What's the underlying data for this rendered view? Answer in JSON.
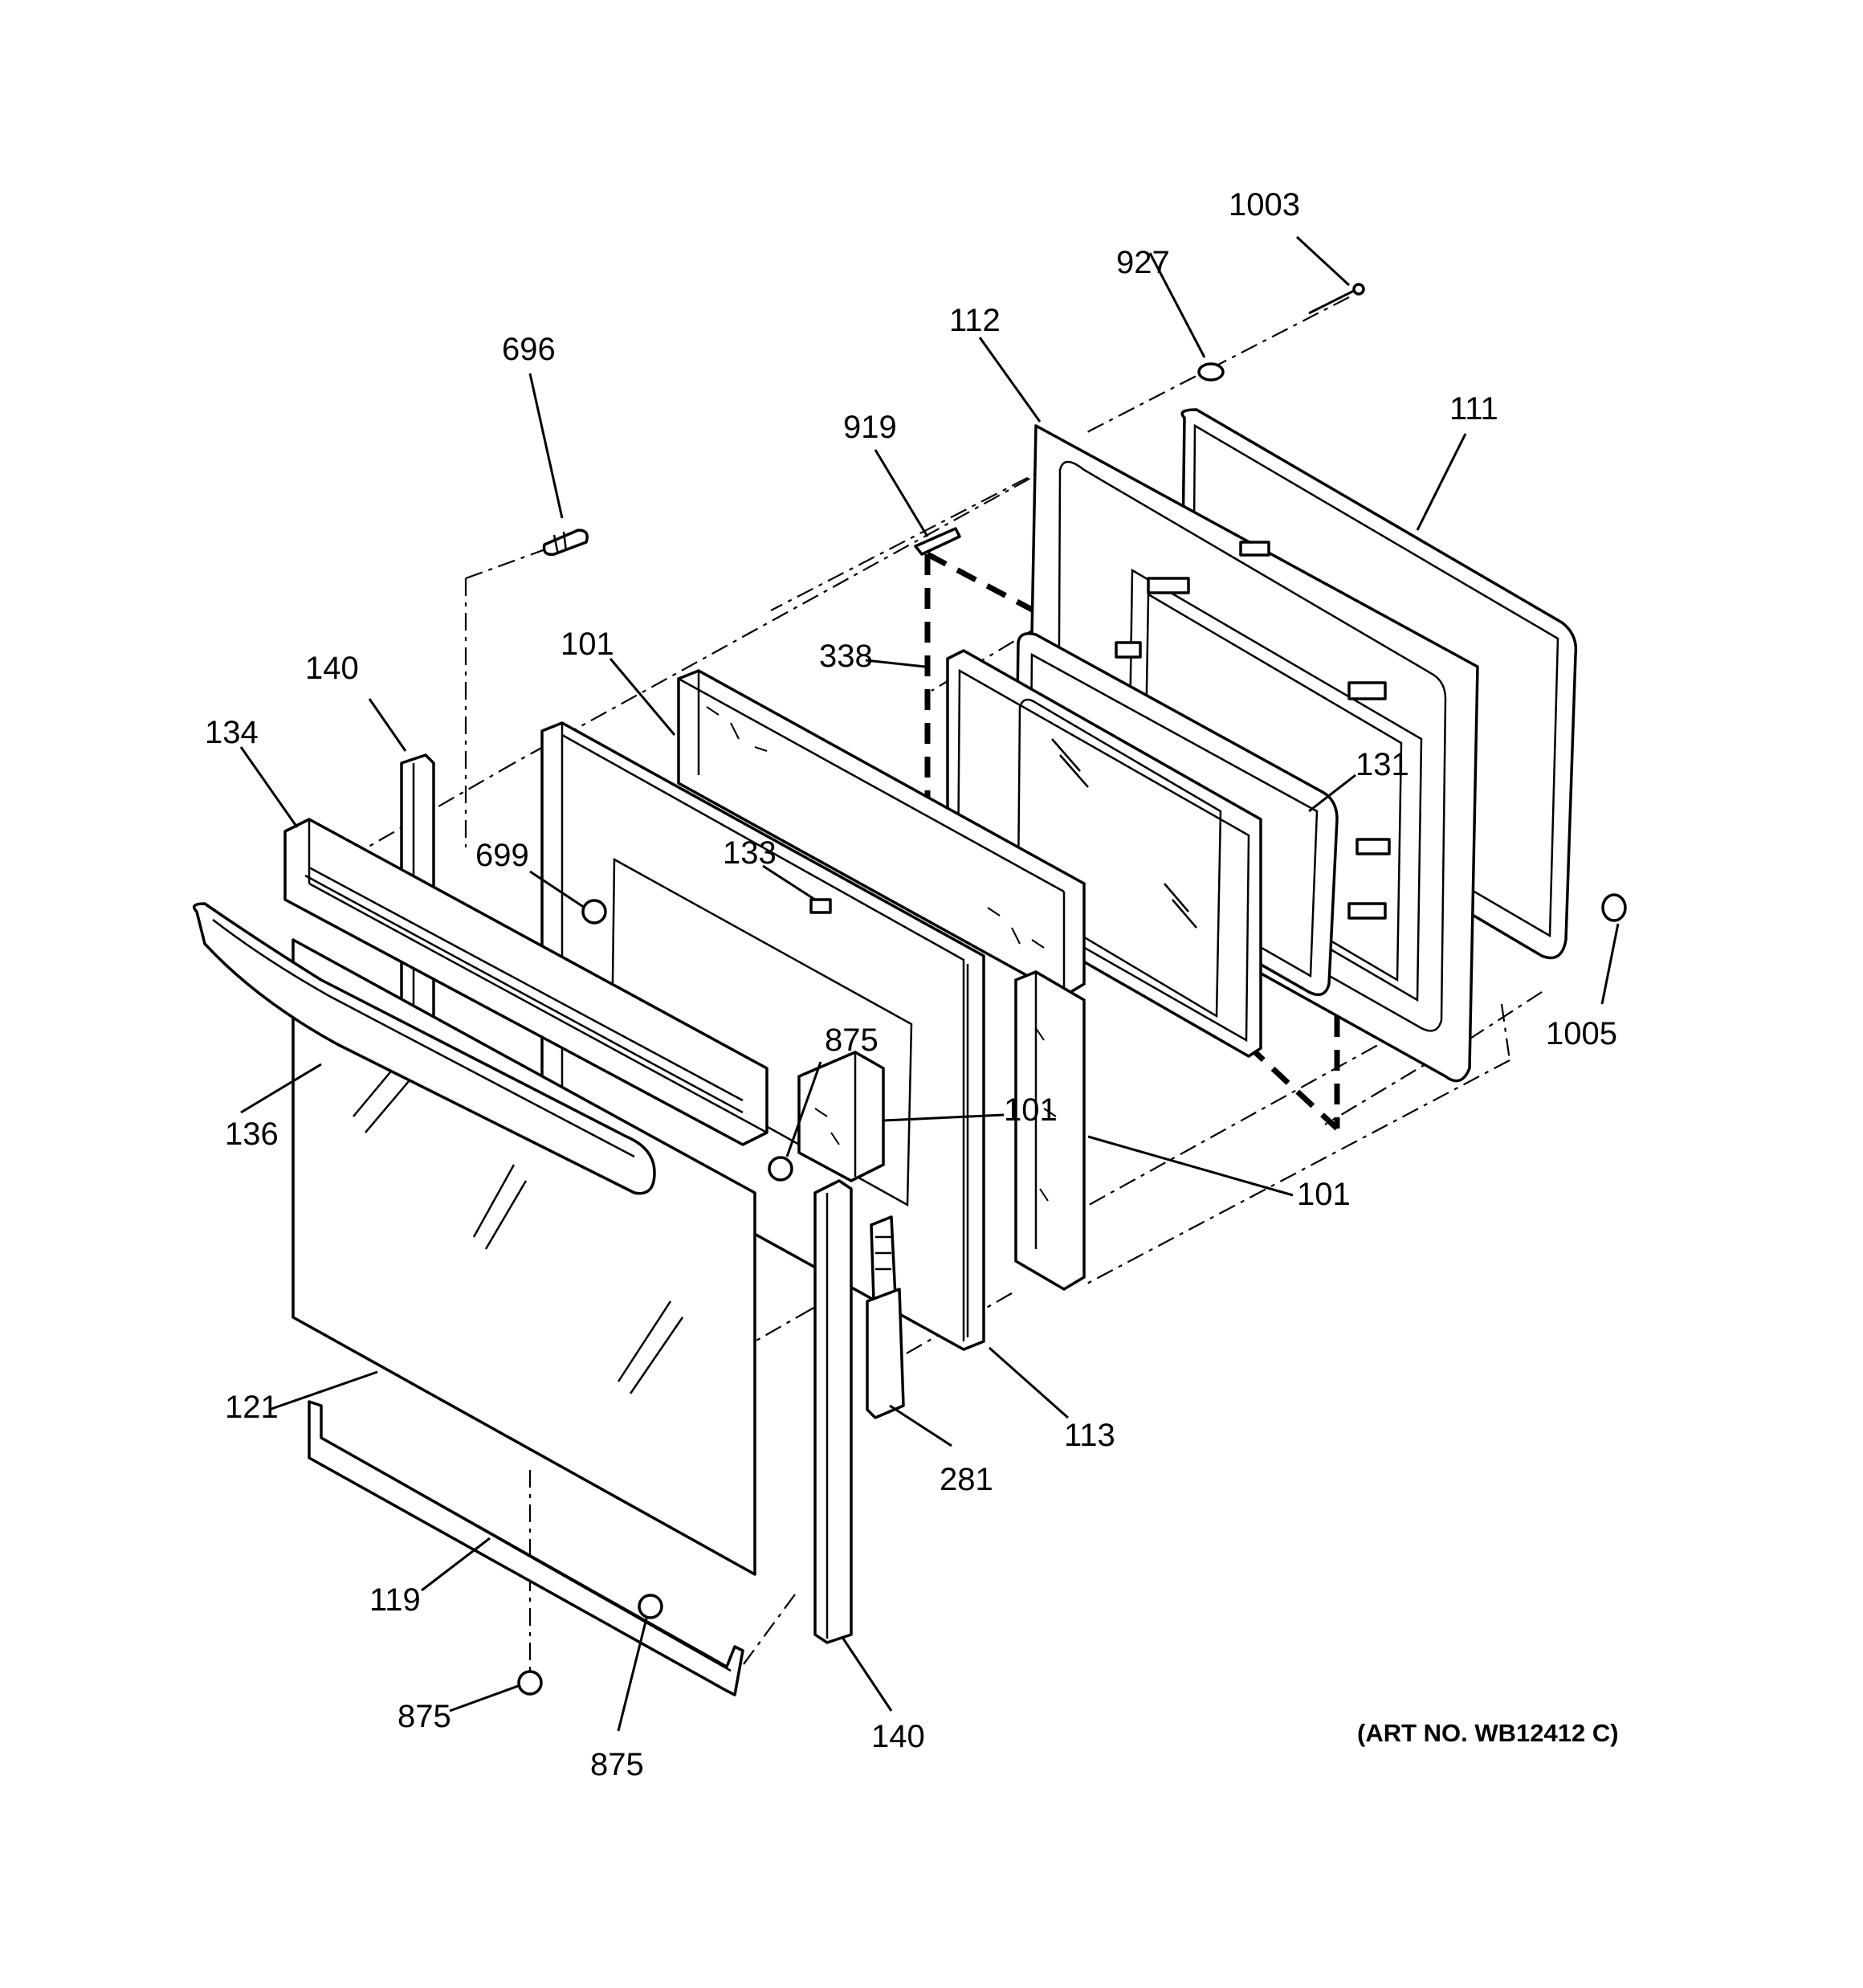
{
  "callouts": {
    "c1003": "1003",
    "c927": "927",
    "c112": "112",
    "c696": "696",
    "c919": "919",
    "c111": "111",
    "c101_top": "101",
    "c338": "338",
    "c140_top": "140",
    "c134": "134",
    "c131": "131",
    "c699": "699",
    "c133": "133",
    "c1005": "1005",
    "c875_mid": "875",
    "c101_mid": "101",
    "c136": "136",
    "c101_right": "101",
    "c121": "121",
    "c113": "113",
    "c281": "281",
    "c119": "119",
    "c875_left": "875",
    "c875_bottom": "875",
    "c140_bottom": "140"
  },
  "art_number": "(ART NO. WB12412 C)"
}
